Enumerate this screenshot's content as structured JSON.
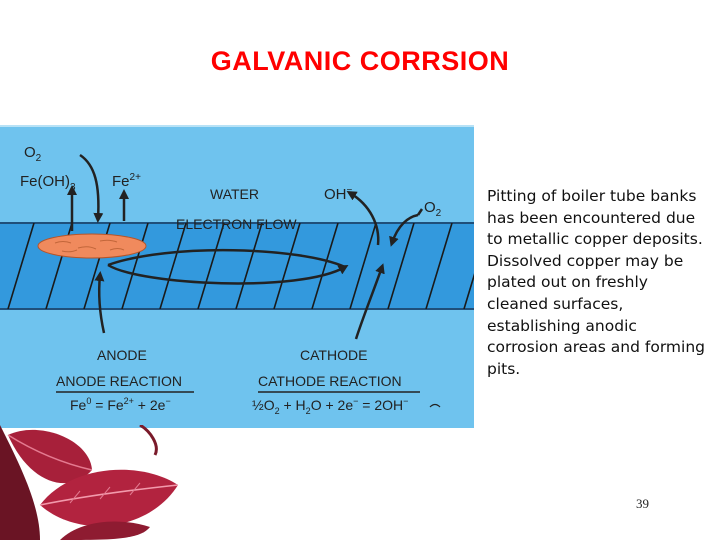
{
  "slide": {
    "title": "GALVANIC CORRSION",
    "body": "Pitting of boiler tube banks has been encountered due to metallic copper deposits. Dissolved copper may be plated out on freshly cleaned surfaces, establishing anodic corrosion areas and forming pits.",
    "page_number": "39"
  },
  "diagram": {
    "o2_left_base": "O",
    "o2_left_sub": "2",
    "feoh_base": "Fe(OH)",
    "feoh_sub": "3",
    "fe_base": "Fe",
    "fe_sup": "2+",
    "water": "WATER",
    "electron_flow": "ELECTRON FLOW",
    "oh_base": "OH",
    "oh_sup": "−",
    "o2_right_base": "O",
    "o2_right_sub": "2",
    "anode": "ANODE",
    "cathode": "CATHODE",
    "anode_reaction_title": "ANODE REACTION",
    "cathode_reaction_title": "CATHODE REACTION",
    "anode_eq_fe": "Fe",
    "anode_eq_fe_sup": "0",
    "anode_eq_mid": " = Fe",
    "anode_eq_mid_sup": "2+",
    "anode_eq_end": " + 2e",
    "anode_eq_end_sup": "−",
    "cathode_eq_half": "½",
    "cathode_eq_o": "O",
    "cathode_eq_o_sub": "2",
    "cathode_eq_mid": " + H",
    "cathode_eq_mid_sub": "2",
    "cathode_eq_mid2": "O + 2e",
    "cathode_eq_e_sup": "−",
    "cathode_eq_end": " = 2OH",
    "cathode_eq_end_sup": "−",
    "colors": {
      "water": "#6fc3ee",
      "metal": "#3399dd",
      "deposit": "#f08a5d",
      "ink": "#222222"
    }
  }
}
